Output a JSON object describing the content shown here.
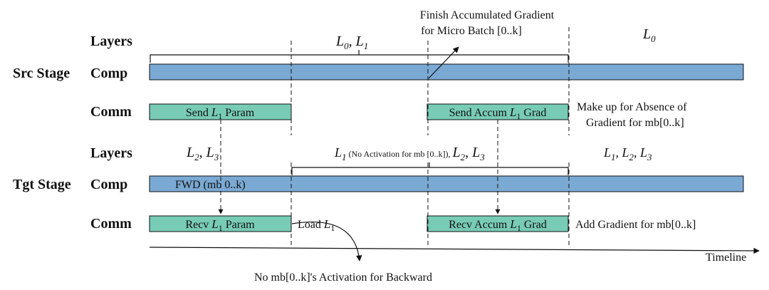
{
  "colors": {
    "comp": "#7aa9d3",
    "comm": "#78cbb5",
    "stroke": "#111111"
  },
  "annotations": {
    "finish_line1": "Finish Accumulated Gradient",
    "finish_line2": "for Micro Batch [0..k]",
    "makeup_line1": "Make up for Absence of",
    "makeup_line2": "Gradient for mb[0..k]",
    "add_gradient": "Add Gradient for mb[0..k]",
    "no_activation": "No mb[0..k]'s Activation for Backward",
    "timeline": "Timeline"
  },
  "src": {
    "stage": "Src Stage",
    "layers_label": "Layers",
    "comp_label": "Comp",
    "comm_label": "Comm",
    "layers_a": {
      "p1": "L",
      "s1": "0",
      "p2": ", L",
      "s2": "1"
    },
    "layers_b": {
      "p1": "L",
      "s1": "0"
    },
    "send_param": {
      "pre": "Send ",
      "math": "L",
      "sub": "1",
      "post": " Param"
    },
    "send_grad": {
      "pre": "Send Accum ",
      "math": "L",
      "sub": "1",
      "post": " Grad"
    }
  },
  "tgt": {
    "stage": "Tgt Stage",
    "layers_label": "Layers",
    "comp_label": "Comp",
    "comm_label": "Comm",
    "layers_a": {
      "p1": "L",
      "s1": "2",
      "p2": ", L",
      "s2": "3"
    },
    "layers_b": {
      "p1": "L",
      "s1": "1",
      "note": " (No Activation for mb [0..k]), ",
      "p2": "L",
      "s2": "2",
      "p3": ", L",
      "s3": "3"
    },
    "layers_c": {
      "p1": "L",
      "s1": "1",
      "p2": ", L",
      "s2": "2",
      "p3": ", L",
      "s3": "3"
    },
    "fwd": "FWD (mb 0..k)",
    "recv_param": {
      "pre": "Recv ",
      "math": "L",
      "sub": "1",
      "post": " Param"
    },
    "recv_grad": {
      "pre": "Recv Accum ",
      "math": "L",
      "sub": "1",
      "post": " Grad"
    },
    "load": {
      "pre": "Load ",
      "math": "L",
      "sub": "1"
    }
  }
}
